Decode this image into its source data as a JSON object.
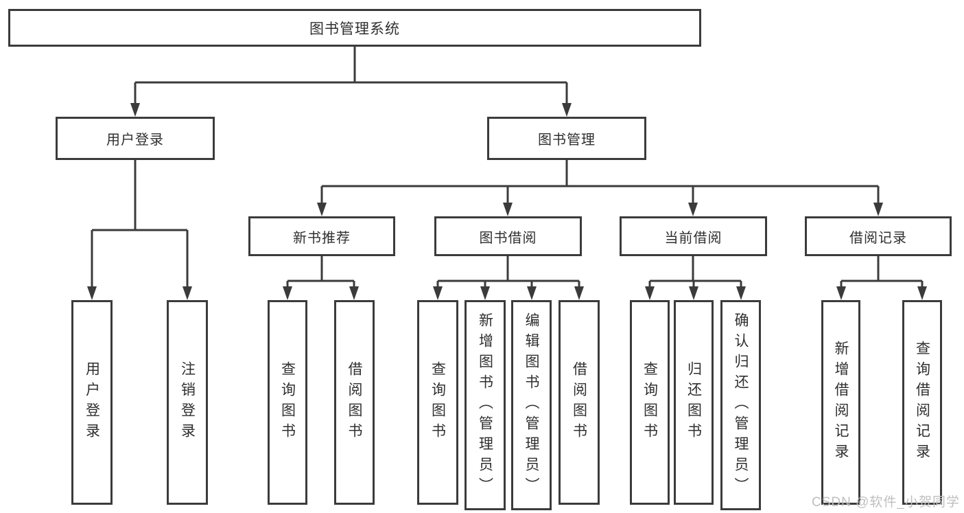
{
  "tree": {
    "root": {
      "label": "图书管理系统"
    },
    "branches": [
      {
        "label": "用户登录",
        "children": [
          {
            "label": "用户登录"
          },
          {
            "label": "注销登录"
          }
        ]
      },
      {
        "label": "图书管理",
        "children": [
          {
            "label": "新书推荐",
            "children": [
              {
                "label": "查询图书"
              },
              {
                "label": "借阅图书"
              }
            ]
          },
          {
            "label": "图书借阅",
            "children": [
              {
                "label": "查询图书"
              },
              {
                "label": "新增图书（管理员）"
              },
              {
                "label": "编辑图书（管理员）"
              },
              {
                "label": "借阅图书"
              }
            ]
          },
          {
            "label": "当前借阅",
            "children": [
              {
                "label": "查询图书"
              },
              {
                "label": "归还图书"
              },
              {
                "label": "确认归还（管理员）"
              }
            ]
          },
          {
            "label": "借阅记录",
            "children": [
              {
                "label": "新增借阅记录"
              },
              {
                "label": "查询借阅记录"
              }
            ]
          }
        ]
      }
    ]
  },
  "watermark": {
    "text": "CSDN @软件_小贺同学"
  },
  "colors": {
    "line": "#3b3b3b",
    "text": "#2f2f2f",
    "watermark": "#bfbfbf",
    "background": "#ffffff"
  }
}
